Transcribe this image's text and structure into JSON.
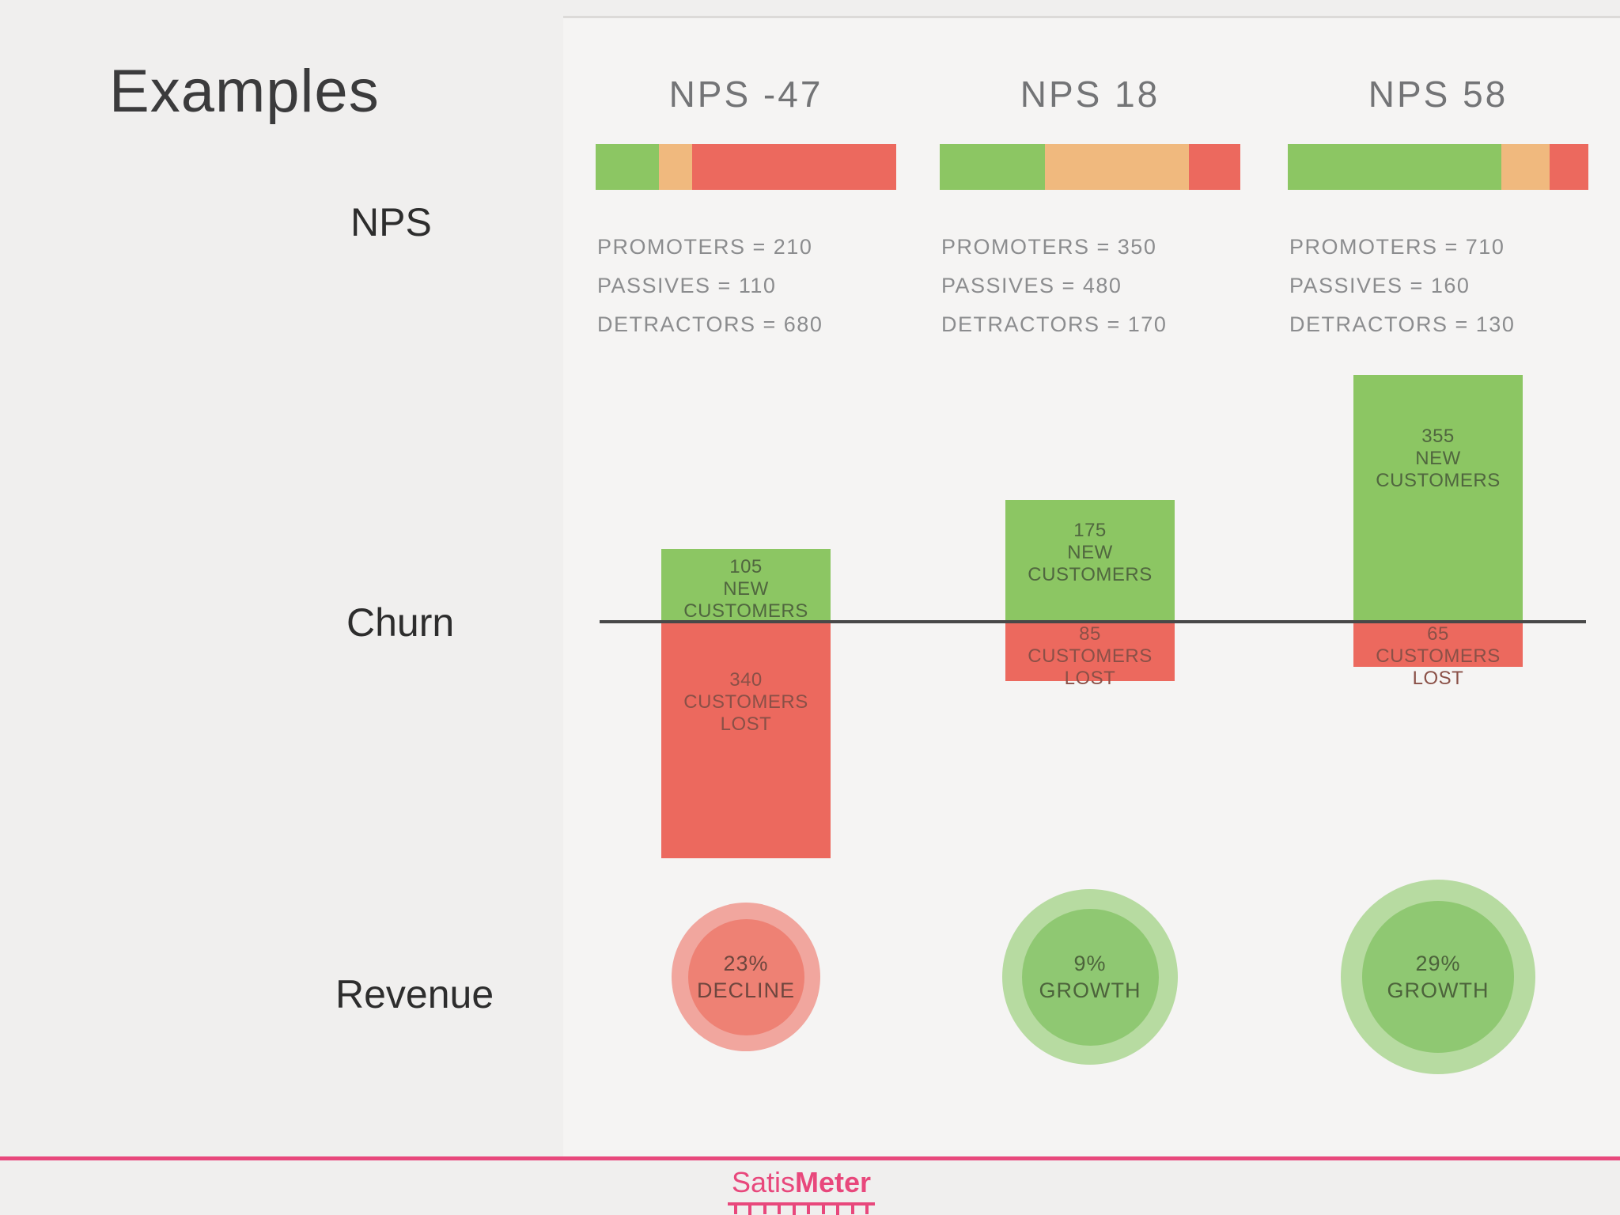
{
  "title": "Examples",
  "row_labels": {
    "nps": "NPS",
    "churn": "Churn",
    "revenue": "Revenue"
  },
  "colors": {
    "promoters_green": "#8cc663",
    "passives_orange": "#f0b97e",
    "detractors_red": "#ec695e",
    "churn_new_green": "#8cc663",
    "churn_lost_red": "#ec695e",
    "churn_baseline": "#484848",
    "growth_outer": "#b7dba1",
    "growth_inner": "#8fc872",
    "decline_outer": "#f1a69e",
    "decline_inner": "#ee8174",
    "brand_pink": "#e8487c"
  },
  "columns": [
    {
      "header": "NPS -47",
      "nps": {
        "promoters": 210,
        "passives": 110,
        "detractors": 680
      },
      "stats": [
        "PROMOTERS = 210",
        "PASSIVES = 110",
        "DETRACTORS = 680"
      ],
      "churn": {
        "new_value": "105",
        "new_label": "NEW CUSTOMERS",
        "new_customers": 105,
        "lost_value": "340",
        "lost_label": "CUSTOMERS LOST",
        "customers_lost": 340
      },
      "revenue": {
        "value": "23%",
        "label": "DECLINE",
        "direction": "decline"
      }
    },
    {
      "header": "NPS 18",
      "nps": {
        "promoters": 350,
        "passives": 480,
        "detractors": 170
      },
      "stats": [
        "PROMOTERS = 350",
        "PASSIVES = 480",
        "DETRACTORS = 170"
      ],
      "churn": {
        "new_value": "175",
        "new_label": "NEW CUSTOMERS",
        "new_customers": 175,
        "lost_value": "85",
        "lost_label": "CUSTOMERS LOST",
        "customers_lost": 85
      },
      "revenue": {
        "value": "9%",
        "label": "GROWTH",
        "direction": "growth"
      }
    },
    {
      "header": "NPS 58",
      "nps": {
        "promoters": 710,
        "passives": 160,
        "detractors": 130
      },
      "stats": [
        "PROMOTERS = 710",
        "PASSIVES = 160",
        "DETRACTORS = 130"
      ],
      "churn": {
        "new_value": "355",
        "new_label": "NEW CUSTOMERS",
        "new_customers": 355,
        "lost_value": "65",
        "lost_label": "CUSTOMERS LOST",
        "customers_lost": 65
      },
      "revenue": {
        "value": "29%",
        "label": "GROWTH",
        "direction": "growth"
      }
    }
  ],
  "footer": {
    "brand_satis": "Satis",
    "brand_meter": "Meter"
  },
  "chart_data": [
    {
      "type": "bar",
      "subtype": "stacked-horizontal",
      "title": "NPS distribution per example",
      "categories": [
        "NPS -47",
        "NPS 18",
        "NPS 58"
      ],
      "series": [
        {
          "name": "Promoters",
          "values": [
            210,
            350,
            710
          ]
        },
        {
          "name": "Passives",
          "values": [
            110,
            480,
            160
          ]
        },
        {
          "name": "Detractors",
          "values": [
            680,
            170,
            130
          ]
        }
      ],
      "legend_position": "none",
      "grid": false
    },
    {
      "type": "bar",
      "subtype": "diverging-vertical",
      "title": "Churn",
      "categories": [
        "NPS -47",
        "NPS 18",
        "NPS 58"
      ],
      "series": [
        {
          "name": "New customers",
          "values": [
            105,
            175,
            355
          ]
        },
        {
          "name": "Customers lost",
          "values": [
            -340,
            -85,
            -65
          ]
        }
      ],
      "baseline": 0,
      "grid": false,
      "legend_position": "none"
    },
    {
      "type": "scatter",
      "subtype": "bubble",
      "title": "Revenue",
      "categories": [
        "NPS -47",
        "NPS 18",
        "NPS 58"
      ],
      "labels": [
        "23% DECLINE",
        "9% GROWTH",
        "29% GROWTH"
      ],
      "values": [
        -23,
        9,
        29
      ],
      "grid": false
    }
  ]
}
